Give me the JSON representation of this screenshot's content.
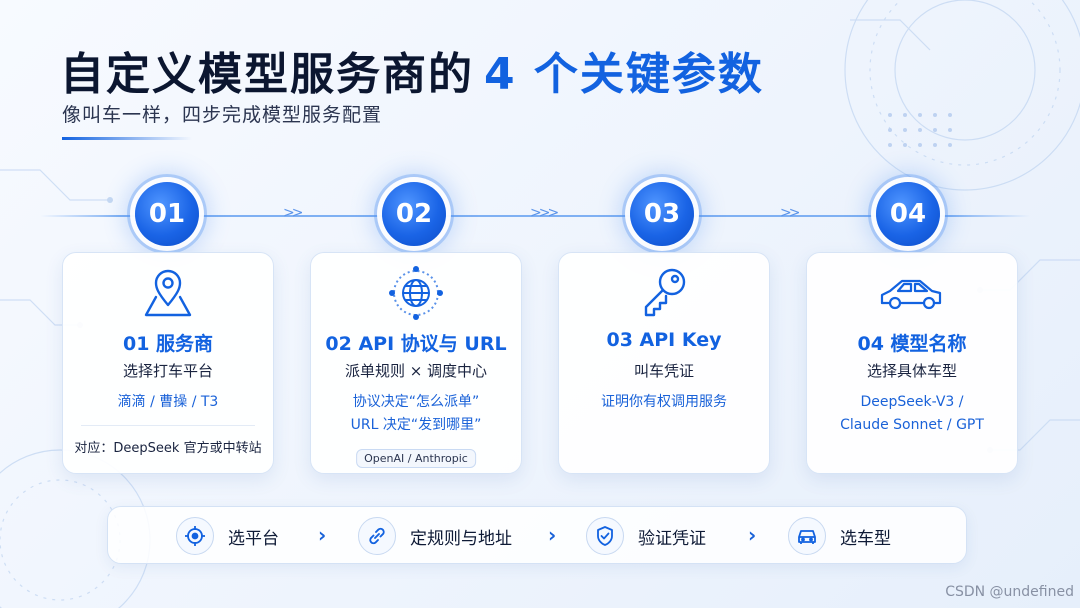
{
  "title": {
    "main": "自定义模型服务商的",
    "accent": "4 个关键参数"
  },
  "subtitle": "像叫车一样，四步完成模型服务配置",
  "steps": [
    {
      "number": "01",
      "title": "01 服务商",
      "sub": "选择打车平台",
      "desc": "滴滴 / 曹操 / T3",
      "note": "对应：DeepSeek 官方或中转站",
      "icon": "location-map-icon"
    },
    {
      "number": "02",
      "title": "02 API 协议与 URL",
      "sub": "派单规则 × 调度中心",
      "desc_lines": [
        "协议决定“怎么派单”",
        "URL 决定“发到哪里”"
      ],
      "badge": "OpenAI / Anthropic",
      "icon": "globe-network-icon"
    },
    {
      "number": "03",
      "title": "03 API Key",
      "sub": "叫车凭证",
      "desc": "证明你有权调用服务",
      "icon": "key-icon"
    },
    {
      "number": "04",
      "title": "04 模型名称",
      "sub": "选择具体车型",
      "desc_lines": [
        "DeepSeek-V3 /",
        "Claude Sonnet / GPT"
      ],
      "icon": "car-icon"
    }
  ],
  "flow": [
    {
      "label": "选平台",
      "icon": "target-icon"
    },
    {
      "label": "定规则与地址",
      "icon": "link-icon"
    },
    {
      "label": "验证凭证",
      "icon": "shield-check-icon"
    },
    {
      "label": "选车型",
      "icon": "car-front-icon"
    }
  ],
  "watermark": "CSDN @undefined",
  "colors": {
    "accent": "#1262e0",
    "circle": "#1a64e6",
    "text": "#0e1a36"
  }
}
